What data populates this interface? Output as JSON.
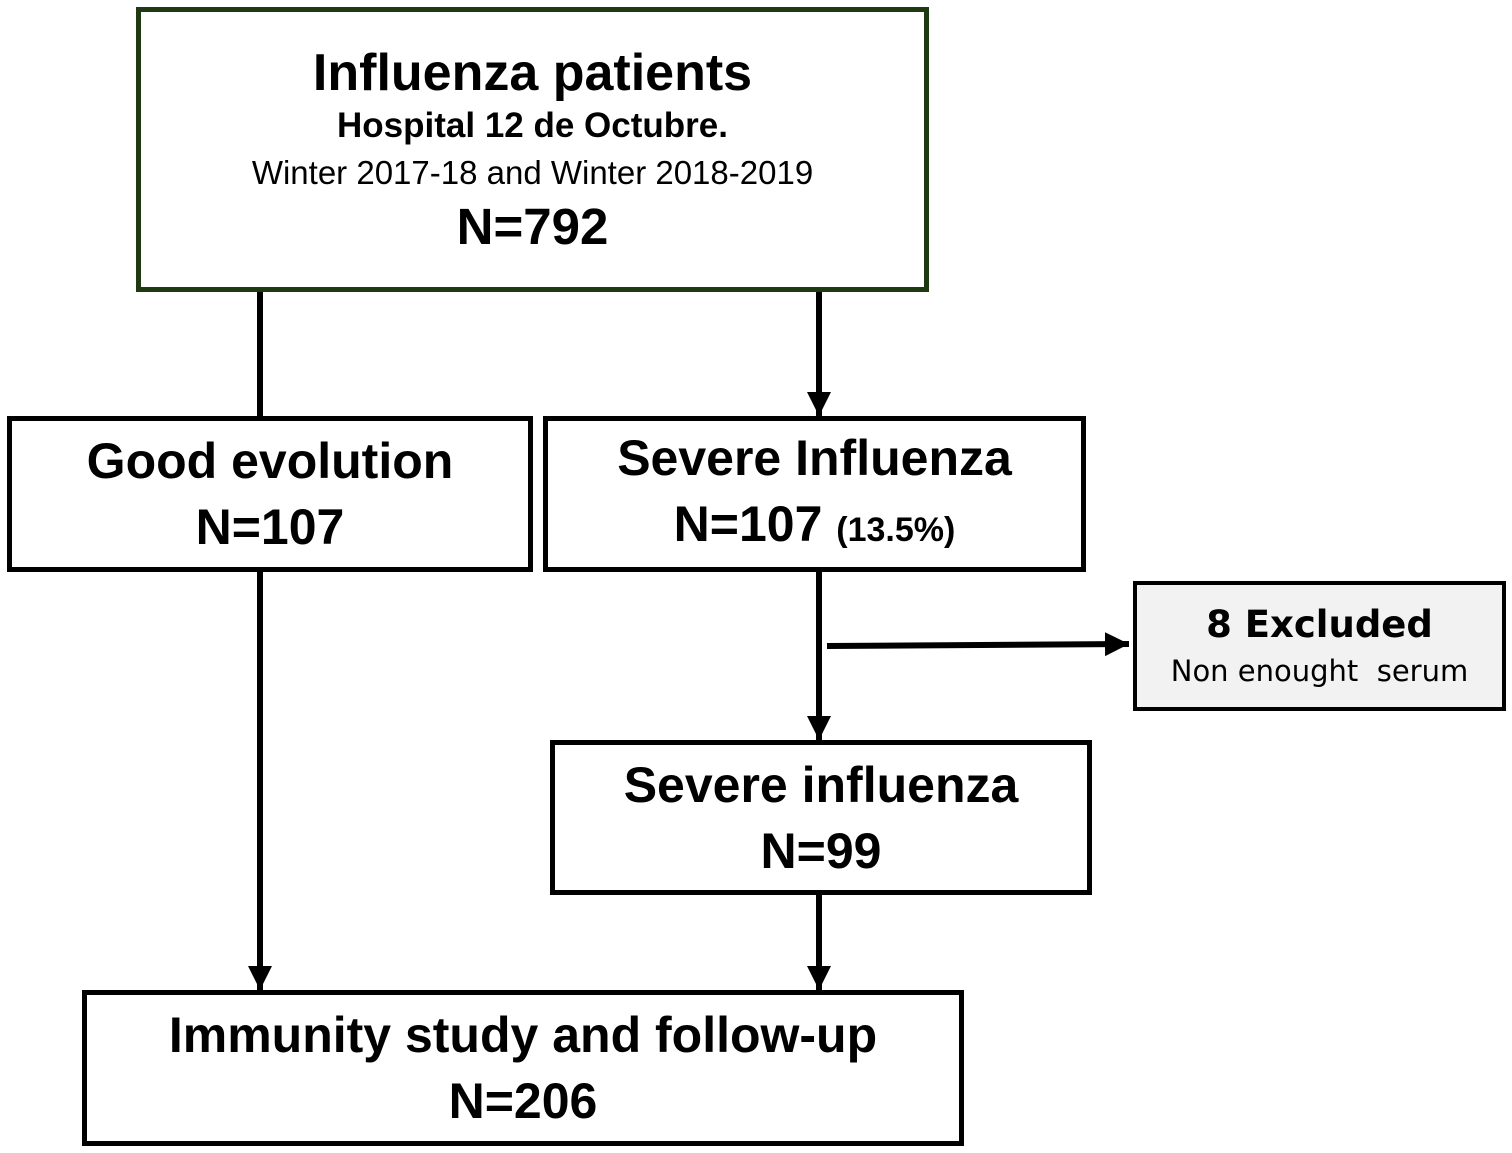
{
  "top": {
    "title": "Influenza patients",
    "hospital": "Hospital 12 de Octubre.",
    "period": "Winter 2017-18 and Winter 2018-2019",
    "n": "N=792"
  },
  "good": {
    "title": "Good evolution",
    "n": "N=107"
  },
  "severe": {
    "title": "Severe Influenza",
    "n": "N=107",
    "pct": "(13.5%)"
  },
  "excluded": {
    "title": "8 Excluded",
    "reason": "Non enought  serum"
  },
  "severe_final": {
    "title": "Severe influenza",
    "n": "N=99"
  },
  "final": {
    "title": "Immunity study and follow-up",
    "n": "N=206"
  },
  "colors": {
    "top_border": "#1f3a13",
    "excluded_fill": "#f2f2f2",
    "line": "#000000"
  }
}
